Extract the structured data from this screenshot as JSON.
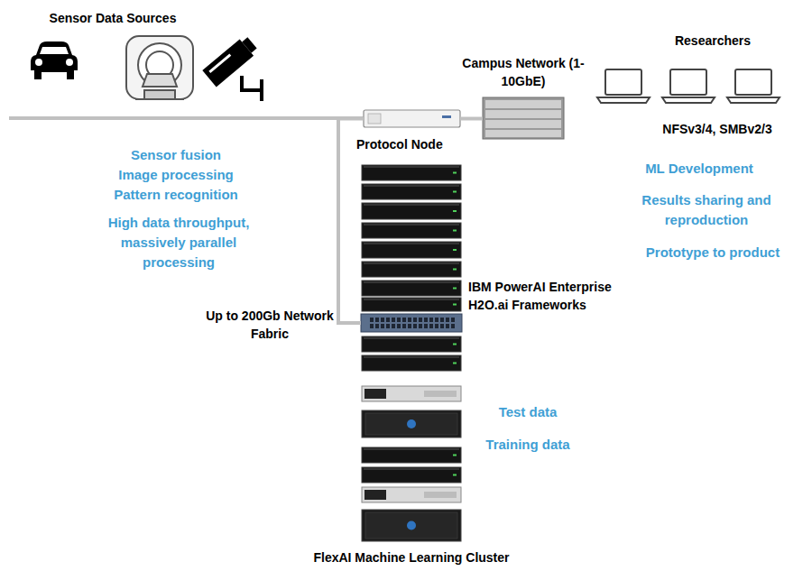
{
  "diagram": {
    "nodes": [
      {
        "text": [
          "Protocol Node"
        ]
      },
      {
        "text": [
          "Campus Network (1-10GbE)"
        ]
      },
      {
        "text": [
          "FlexAI Machine Learning Cluster"
        ]
      }
    ],
    "edges": [
      {
        "from": 0,
        "to": 1,
        "arrow": "none"
      },
      {
        "from": 0,
        "to": 2,
        "arrow": "none"
      }
    ],
    "labels": [
      "Sensor Data Sources",
      "Researchers",
      "NFSv3/4, SMBv2/3",
      "Sensor fusion",
      "Image processing",
      "Pattern recognition",
      "High data throughput, massively parallel processing",
      "ML Development",
      "Results sharing and reproduction",
      "Prototype to product",
      "IBM PowerAI Enterprise",
      "H2O.ai Frameworks",
      "Up to 200Gb Network Fabric",
      "Test data",
      "Training data"
    ]
  }
}
